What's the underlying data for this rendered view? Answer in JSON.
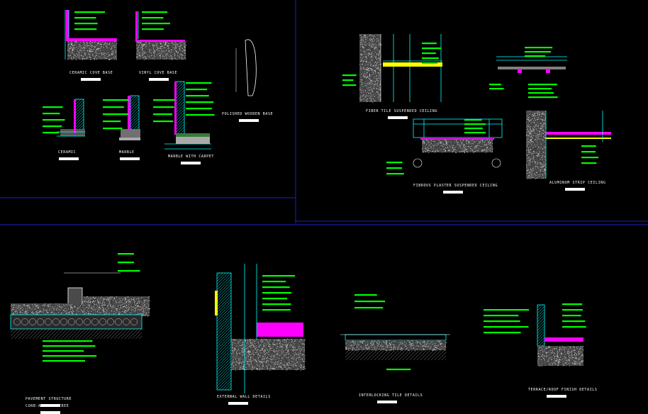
{
  "colors": {
    "background": "#000000",
    "annotation": "#00ff00",
    "section_line": "#00ffff",
    "finish": "#ff00ff",
    "accent": "#ffff00",
    "frame": "#1e1ecc",
    "text": "#ffffff"
  },
  "details": {
    "ceramic_cove_base": "CERAMIC COVE BASE",
    "vinyl_cove_base": "VINYL COVE BASE",
    "polished_wooden_base": "POLISHED WOODEN BASE",
    "ceramic": "CERAMIC",
    "marble": "MARBLE",
    "marble_with_carpet": "MARBLE WITH CARPET",
    "fiber_tile_ceiling": "FIBER TILE SUSPENDED CEILING",
    "fibrous_plaster_ceiling": "FIBROUS PLASTER SUSPENDED CEILING",
    "aluminum_strip_ceiling": "ALUMINUM STRIP CEILING",
    "pavement_structure_1": "PAVEMENT STRUCTURE",
    "pavement_structure_2": "CURB-ASPHALT TREE",
    "external_wall": "EXTERNAL WALL DETAILS",
    "interlocking_tile": "INTERLOCKING TILE DETAILS",
    "terrace_roof": "TERRACE/ROOF FINISH DETAILS"
  }
}
